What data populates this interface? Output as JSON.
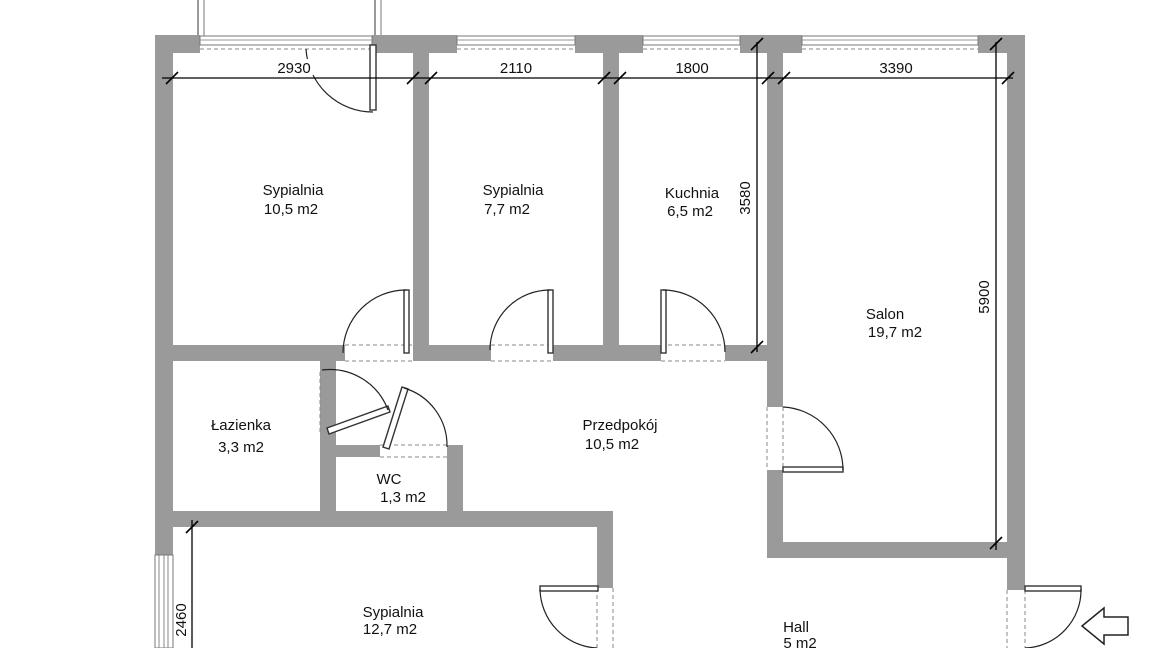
{
  "dimensions": {
    "bedroom1_width": "2930",
    "bedroom2_width": "2110",
    "kitchen_width": "1800",
    "salon_width": "3390",
    "kitchen_depth": "3580",
    "salon_depth": "5900",
    "bedroom3_depth": "2460"
  },
  "rooms": {
    "bedroom1": {
      "name": "Sypialnia",
      "area": "10,5 m2"
    },
    "bedroom2": {
      "name": "Sypialnia",
      "area": "7,7 m2"
    },
    "kitchen": {
      "name": "Kuchnia",
      "area": "6,5 m2"
    },
    "salon": {
      "name": "Salon",
      "area": "19,7 m2"
    },
    "bathroom": {
      "name": "Łazienka",
      "area": "3,3 m2"
    },
    "hallway": {
      "name": "Przedpokój",
      "area": "10,5 m2"
    },
    "wc": {
      "name": "WC",
      "area": "1,3 m2"
    },
    "bedroom3": {
      "name": "Sypialnia",
      "area": "12,7 m2"
    },
    "hall": {
      "name": "Hall",
      "area": "5 m2"
    }
  },
  "colors": {
    "wall": "#9a9a9a",
    "line": "#000000",
    "background": "#ffffff"
  },
  "icons": {
    "entrance": "arrow-left-icon"
  }
}
